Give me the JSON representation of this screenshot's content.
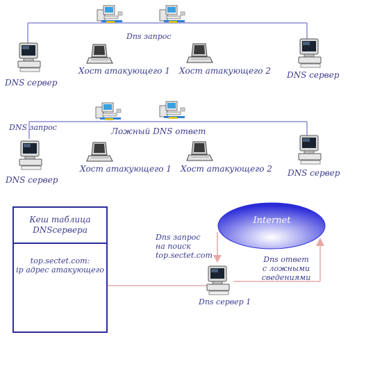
{
  "scene1": {
    "dns_server_left": "DNS  сервер",
    "attacker_host_1": "Хост атакующего 1",
    "attacker_host_2": "Хост атакующего 2",
    "dns_server_right": "DNS  сервер",
    "dns_request": "Dns запрос"
  },
  "scene2": {
    "dns_request": "DNS запрос",
    "fake_dns_response": "Ложный DNS ответ",
    "dns_server_left": "DNS  сервер",
    "attacker_host_1": "Хост атакующего 1",
    "attacker_host_2": "Хост атакующего 2",
    "dns_server_right": "DNS  сервер"
  },
  "cache_table": {
    "header_line1": "Кеш таблица",
    "header_line2": "DNSсервера",
    "entry_line1": "top.sectet.com:",
    "entry_line2": "ip адрес атакующего"
  },
  "scene3": {
    "internet": "Internet",
    "query_line1": "Dns запрос",
    "query_line2": "на поиск",
    "query_line3": "top.sectet.com",
    "answer_line1": "Dns ответ",
    "answer_line2": "с ложными",
    "answer_line3": "сведениями",
    "dns_server_1": "Dns сервер 1"
  },
  "colors": {
    "line_blue": "#8c8cd6",
    "line_pink": "#e8a8a8",
    "label_text": "#3b3b8f",
    "cache_border": "#2a2a9c",
    "cloud_dark": "#2a2ad8",
    "cloud_light": "#ffffff"
  },
  "icons": [
    "desktop-computer-icon",
    "laptop-computer-icon",
    "network-workstation-icon"
  ]
}
